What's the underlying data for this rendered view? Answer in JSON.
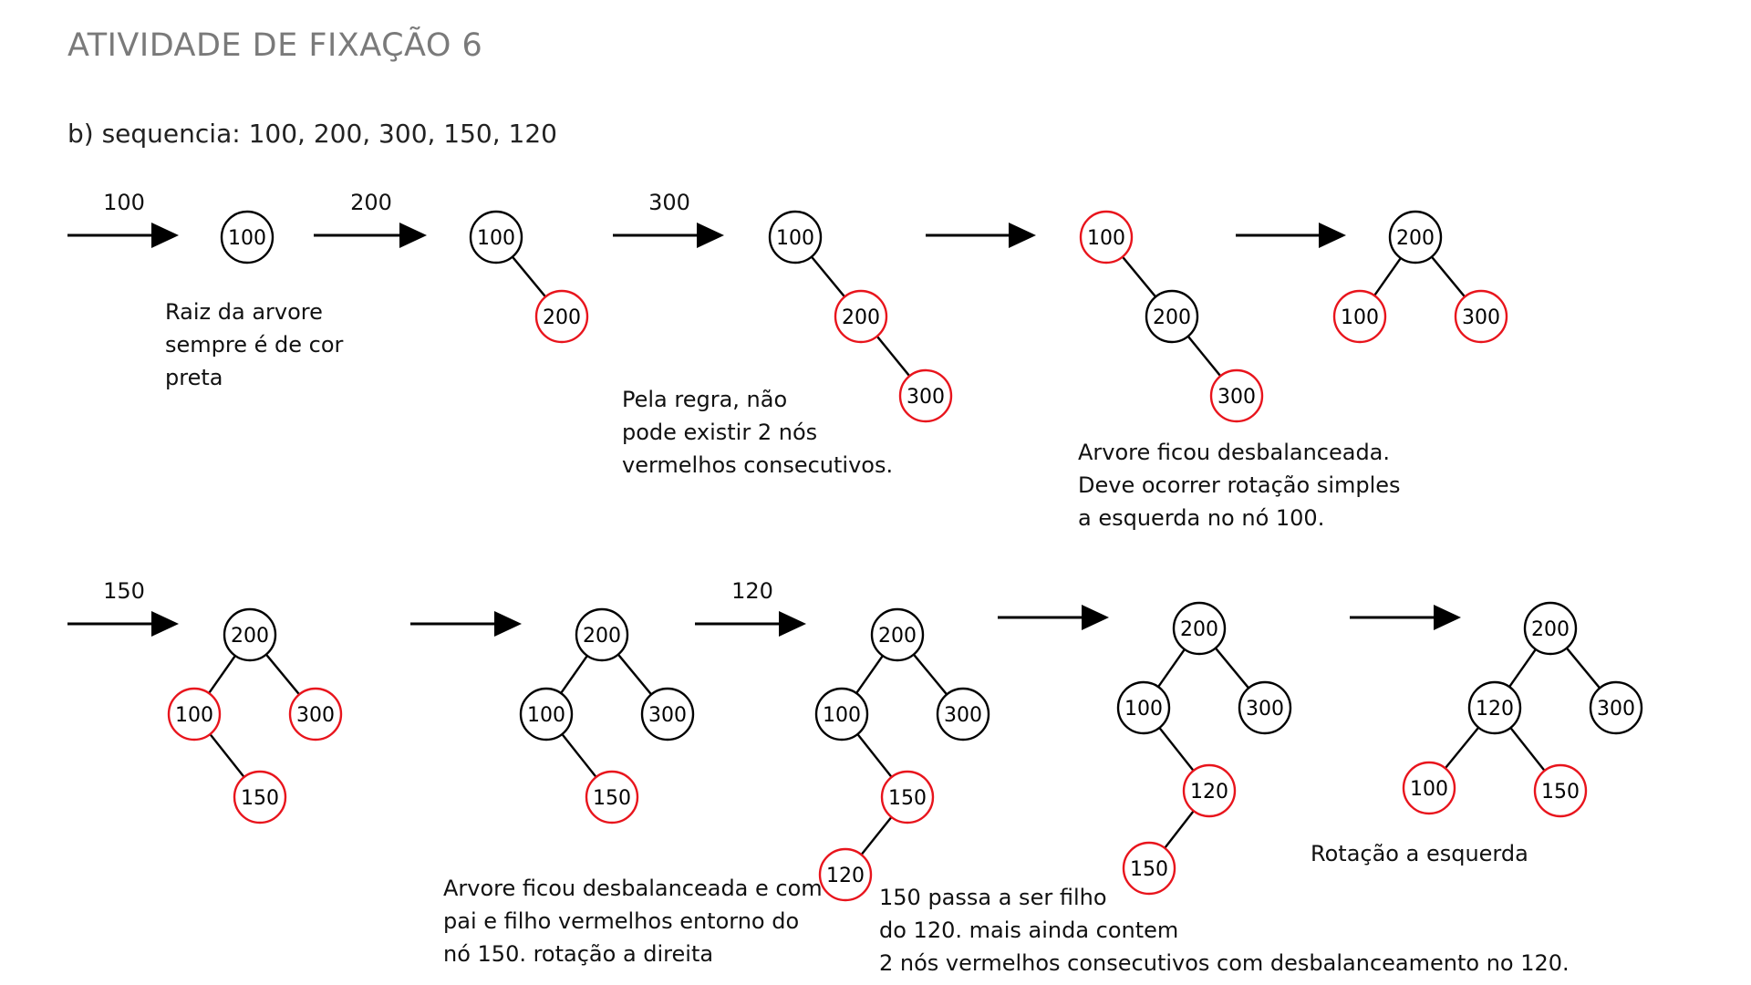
{
  "title": "ATIVIDADE DE FIXAÇÃO 6",
  "subtitle": "b) sequencia: 100, 200, 300, 150, 120",
  "arrow_labels": {
    "a1": "100",
    "a2": "200",
    "a3": "300",
    "a6": "150",
    "a8": "120"
  },
  "nodes": {
    "s1_100": "100",
    "s2_100": "100",
    "s2_200": "200",
    "s3_100": "100",
    "s3_200": "200",
    "s3_300": "300",
    "s4_100": "100",
    "s4_200": "200",
    "s4_300": "300",
    "s5_200": "200",
    "s5_100": "100",
    "s5_300": "300",
    "s6_200": "200",
    "s6_100": "100",
    "s6_300": "300",
    "s6_150": "150",
    "s7_200": "200",
    "s7_100": "100",
    "s7_300": "300",
    "s7_150": "150",
    "s8_200": "200",
    "s8_100": "100",
    "s8_300": "300",
    "s8_150": "150",
    "s8_120": "120",
    "s9_200": "200",
    "s9_100": "100",
    "s9_300": "300",
    "s9_120": "120",
    "s9_150": "150",
    "s10_200": "200",
    "s10_120": "120",
    "s10_300": "300",
    "s10_100": "100",
    "s10_150": "150"
  },
  "notes": {
    "root": [
      "Raiz da arvore",
      "sempre é de cor",
      "preta"
    ],
    "rule": [
      "Pela regra, não",
      "pode existir 2 nós",
      "vermelhos consecutivos."
    ],
    "unbalanced1": [
      "Arvore ficou desbalanceada.",
      "Deve ocorrer rotação simples",
      "a esquerda no nó 100."
    ],
    "unbalanced2": [
      "Arvore ficou desbalanceada e com",
      "pai e filho vermelhos entorno do",
      "nó 150. rotação a direita"
    ],
    "child150": [
      "150 passa a ser filho",
      "do 120. mais ainda contem",
      "2 nós vermelhos consecutivos com desbalanceamento no 120."
    ],
    "rotation_left": [
      "Rotação a esquerda"
    ]
  },
  "colors": {
    "red_node": "#e8141c",
    "black_node": "#000000"
  }
}
